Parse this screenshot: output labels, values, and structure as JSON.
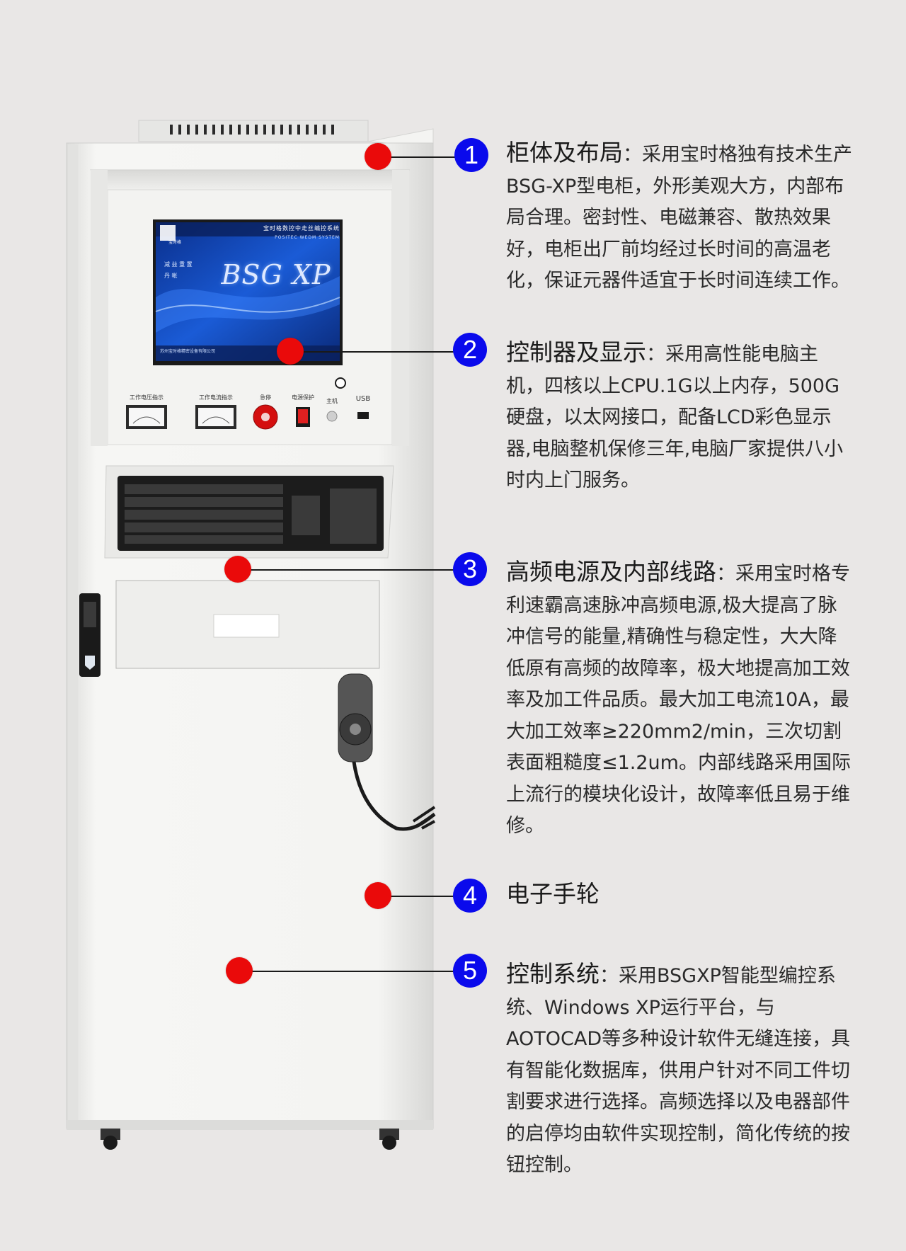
{
  "callouts": [
    {
      "number": "1",
      "title": "柜体及布局",
      "text": "：采用宝时格独有技术生产BSG-XP型电柜，外形美观大方，内部布局合理。密封性、电磁兼容、散热效果好，电柜出厂前均经过长时间的高温老化，保证元器件适宜于长时间连续工作。"
    },
    {
      "number": "2",
      "title": "控制器及显示",
      "text": "：采用高性能电脑主机，四核以上CPU.1G以上内存，500G硬盘，以太网接口，配备LCD彩色显示器,电脑整机保修三年,电脑厂家提供八小时内上门服务。"
    },
    {
      "number": "3",
      "title": "高频电源及内部线路",
      "text": "：采用宝时格专利速霸高速脉冲高频电源,极大提高了脉冲信号的能量,精确性与稳定性，大大降低原有高频的故障率，极大地提高加工效率及加工件品质。最大加工电流10A，最大加工效率≥220mm2/min，三次切割表面粗糙度≤1.2um。内部线路采用国际上流行的模块化设计，故障率低且易于维修。"
    },
    {
      "number": "4",
      "title": "电子手轮",
      "text": ""
    },
    {
      "number": "5",
      "title": "控制系统",
      "text": "：采用BSGXP智能型编控系统、Windows XP运行平台，与AOTOCAD等多种设计软件无缝连接，具有智能化数据库，供用户针对不同工件切割要求进行选择。高频选择以及电器部件的启停均由软件实现控制，简化传统的按钮控制。"
    }
  ],
  "screen": {
    "title": "BSG XP",
    "header": "宝时格数控中走丝编控系统",
    "sub": "POSITEC WEDM SYSTEM",
    "brand": "宝时格",
    "menu_1": "减 益  重 置",
    "menu_2": "    丹  帐",
    "footer": "苏州宝时格精密设备有限公司"
  },
  "panel": {
    "meter_1_label": "工作电压指示",
    "meter_2_label": "工作电流指示",
    "estop_label": "急停",
    "power_label": "电源保护",
    "host_label": "主机",
    "usb_label": "USB"
  },
  "colors": {
    "marker_dot": "#ea0a0a",
    "number_badge": "#0a0aec",
    "background": "#e9e7e6",
    "cabinet": "#f2f2f0",
    "screen_blue": "#0c3ea8"
  }
}
